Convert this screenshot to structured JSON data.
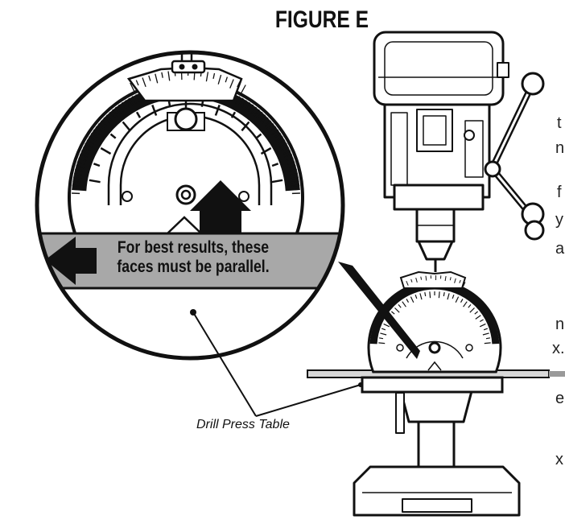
{
  "figure": {
    "title": "FIGURE E",
    "callout_line1": "For best results, these",
    "callout_line2": "faces must be parallel.",
    "table_label": "Drill Press Table",
    "edge_chars": [
      "t",
      "n",
      "f",
      "y",
      "a",
      "n",
      "x.",
      "e",
      "x"
    ],
    "colors": {
      "ink": "#111111",
      "band": "#a8a8a8",
      "table_edge": "#777777"
    }
  }
}
